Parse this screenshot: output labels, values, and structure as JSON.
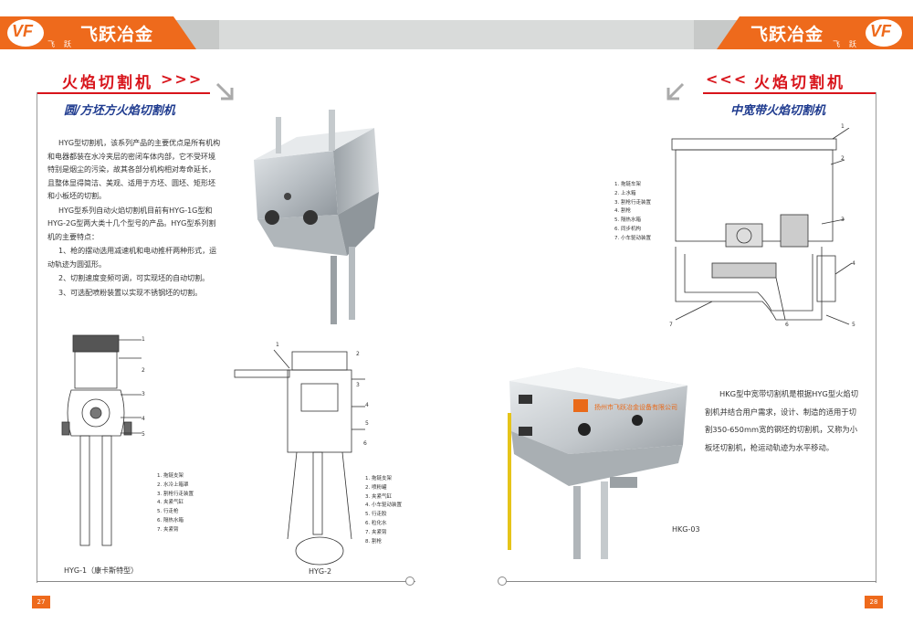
{
  "brand": {
    "name": "飞跃冶金",
    "logo_text": "VF",
    "logo_sub": "飞跃",
    "accent_color": "#ee6a1c"
  },
  "left_page": {
    "section_title": "火焰切割机",
    "section_arrows": ">>>",
    "subtitle": "圆/方坯方火焰切割机",
    "paragraphs": [
      "HYG型切割机，该系列产品的主要优点是所有机构和电器都装在水冷夹层的密闭车体内部，它不受环境特别是烟尘的污染，故其各部分机构相对寿命延长，且整体显得简洁、美观、适用于方坯、圆坯、矩形坯和小板坯的切割。",
      "HYG型系列自动火焰切割机目前有HYG-1G型和HYG-2G型两大类十几个型号的产品。HYG型系列割机的主要特点：",
      "1、枪的摆动选用减速机和电动推杆两种形式，运动轨迹为圆弧形。",
      "2、切割速度变频可调，可实现坯的自动切割。",
      "3、可选配喷粉装置以实现不锈钢坯的切割。"
    ],
    "legend1": [
      "1. 拖链支架",
      "2. 水冷上箱罩",
      "3. 割枪行走装置",
      "4. 夹紧气缸",
      "5. 行走枪",
      "6. 隔热水箱",
      "7. 夹紧臂"
    ],
    "legend2": [
      "1. 拖链支架",
      "2. 喷粉罐",
      "3. 夹紧气缸",
      "4. 小车驱动装置",
      "5. 行走胶",
      "6. 粒化水",
      "7. 夹紧臂",
      "8. 割枪"
    ],
    "caption1": "HYG-1（康卡斯特型）",
    "caption2": "HYG-2",
    "page_number": "27"
  },
  "right_page": {
    "section_title": "火焰切割机",
    "section_arrows": "<<<",
    "subtitle": "中宽带火焰切割机",
    "legend": [
      "1. 拖链车架",
      "2. 上水箱",
      "3. 割枪行走装置",
      "4. 割枪",
      "5. 隔热水箱",
      "6. 同步机构",
      "7. 小车驱动装置"
    ],
    "machine_plate": "扬州市飞跃冶金设备有限公司",
    "paragraph": "HKG型中宽带切割机是根据HYG型火焰切割机并结合用户需求，设计、制造的适用于切割350-650mm宽的钢坯的切割机，又称为小板坯切割机，枪运动轨迹为水平移动。",
    "caption": "HKG-03",
    "page_number": "28"
  }
}
